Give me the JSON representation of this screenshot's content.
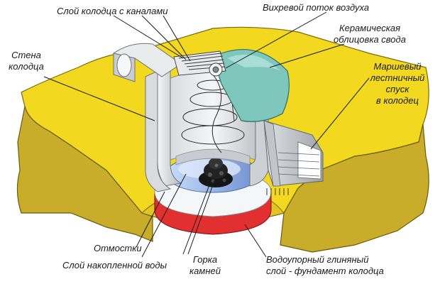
{
  "labels": {
    "well_layer_channels": "Слой колодца с каналами",
    "vortex_air_flow": "Вихревой поток воздуха",
    "ceramic_lining_1": "Керамическая",
    "ceramic_lining_2": "облицовка свода",
    "well_wall_1": "Стена",
    "well_wall_2": "колодца",
    "stair_descent_1": "Маршевый",
    "stair_descent_2": "лестничный",
    "stair_descent_3": "спуск",
    "stair_descent_4": "в колодец",
    "blind_area": "Отмостки",
    "accumulated_water_layer": "Слой накопленной воды",
    "stone_hill_1": "Горка",
    "stone_hill_2": "камней",
    "clay_layer_1": "Водоупорный глиняный",
    "clay_layer_2": "слой - фундамент колодца"
  },
  "colors": {
    "ground_top": "#f2d91f",
    "ground_side": "#c9ad2a",
    "wall": "#e6e8ea",
    "wall_shade": "#aeb3b8",
    "dome": "#7fc6bd",
    "water": "#9ec8ec",
    "clay": "#e23030",
    "stones": "#1f1f1f"
  }
}
